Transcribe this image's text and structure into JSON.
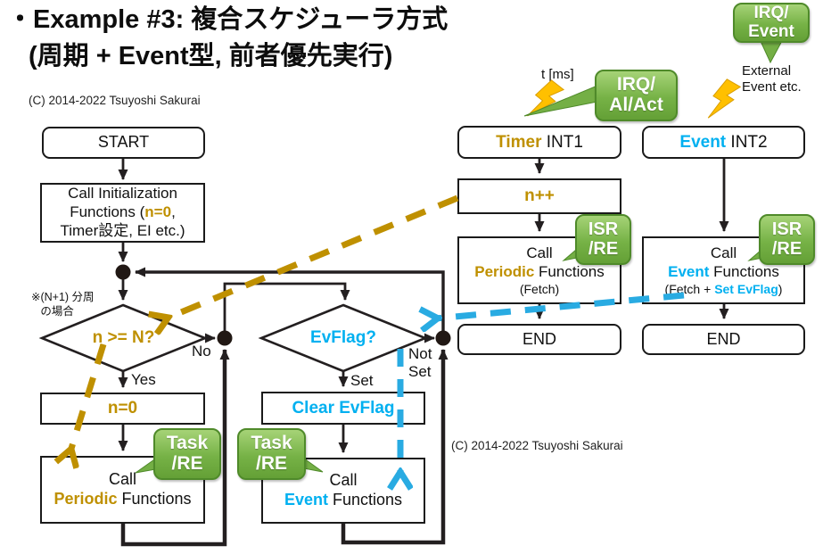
{
  "title": {
    "line1": "・Example #3: 複合スケジューラ方式",
    "line2": "(周期 + Event型, 前者優先実行)"
  },
  "copyright": "(C) 2014-2022 Tsuyoshi Sakurai",
  "annotations": {
    "t_ms": "t [ms]",
    "external_event": "External\nEvent etc.",
    "divider_note": "※(N+1) 分周\n   の場合"
  },
  "labels": {
    "no": "No",
    "yes": "Yes",
    "set": "Set",
    "not_set": "Not\nSet"
  },
  "badges": {
    "task_re": "Task\n/RE",
    "isr_re": "ISR\n/RE",
    "irq_al_act": "IRQ/\nAl/Act",
    "irq_event": "IRQ/\nEvent"
  },
  "nodes": {
    "start": "START",
    "init": {
      "l1": "Call Initialization",
      "l2a": "Functions (",
      "l2b": "n=0",
      "l2c": ",",
      "l3": "Timer設定, EI etc.)"
    },
    "decision_n": "n >= N?",
    "n_reset": "n=0",
    "task_periodic": {
      "l1": "Call",
      "l2a": "Periodic",
      "l2b": " Functions"
    },
    "decision_ev": "EvFlag?",
    "clear_evflag": "Clear EvFlag",
    "task_event": {
      "l1": "Call",
      "l2a": "Event",
      "l2b": " Functions"
    },
    "timer_int": {
      "a": "Timer",
      "b": " INT1"
    },
    "n_increment": "n++",
    "isr_periodic": {
      "l1": "Call",
      "l2a": "Periodic",
      "l2b": " Functions",
      "l3": "(Fetch)"
    },
    "end": "END",
    "event_int": {
      "a": "Event",
      "b": " INT2"
    },
    "isr_event": {
      "l1": "Call",
      "l2a": "Event",
      "l2b": " Functions",
      "l3a": "(Fetch + ",
      "l3b": "Set EvFlag",
      "l3c": ")"
    }
  },
  "colors": {
    "gold": "#BF9000",
    "blue": "#00B0F0",
    "green_badge": "#70AD47",
    "bolt_yellow": "#FFC000",
    "line_black": "#231F20"
  }
}
